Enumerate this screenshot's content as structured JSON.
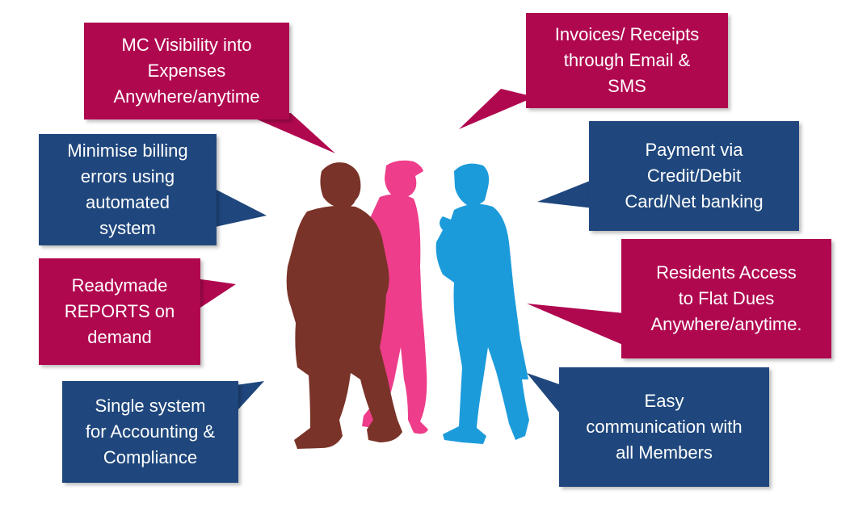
{
  "colors": {
    "red_bubble": "#B0084F",
    "blue_bubble": "#1F477D",
    "person_left": "#7A3328",
    "person_middle": "#EE3D8B",
    "person_right": "#1C9BDB"
  },
  "bubbles": {
    "mc_visibility": "MC Visibility into\nExpenses\nAnywhere/anytime",
    "minimise_errors": "Minimise billing\nerrors using\nautomated\nsystem",
    "reports": "Readymade\nREPORTS on\ndemand",
    "single_system": "Single system\nfor Accounting &\nCompliance",
    "invoices": "Invoices/ Receipts\nthrough Email &\nSMS",
    "payment": "Payment via\nCredit/Debit\nCard/Net banking",
    "residents_access": "Residents Access\nto Flat Dues\nAnywhere/anytime.",
    "communication": "Easy\ncommunication with\nall Members"
  }
}
